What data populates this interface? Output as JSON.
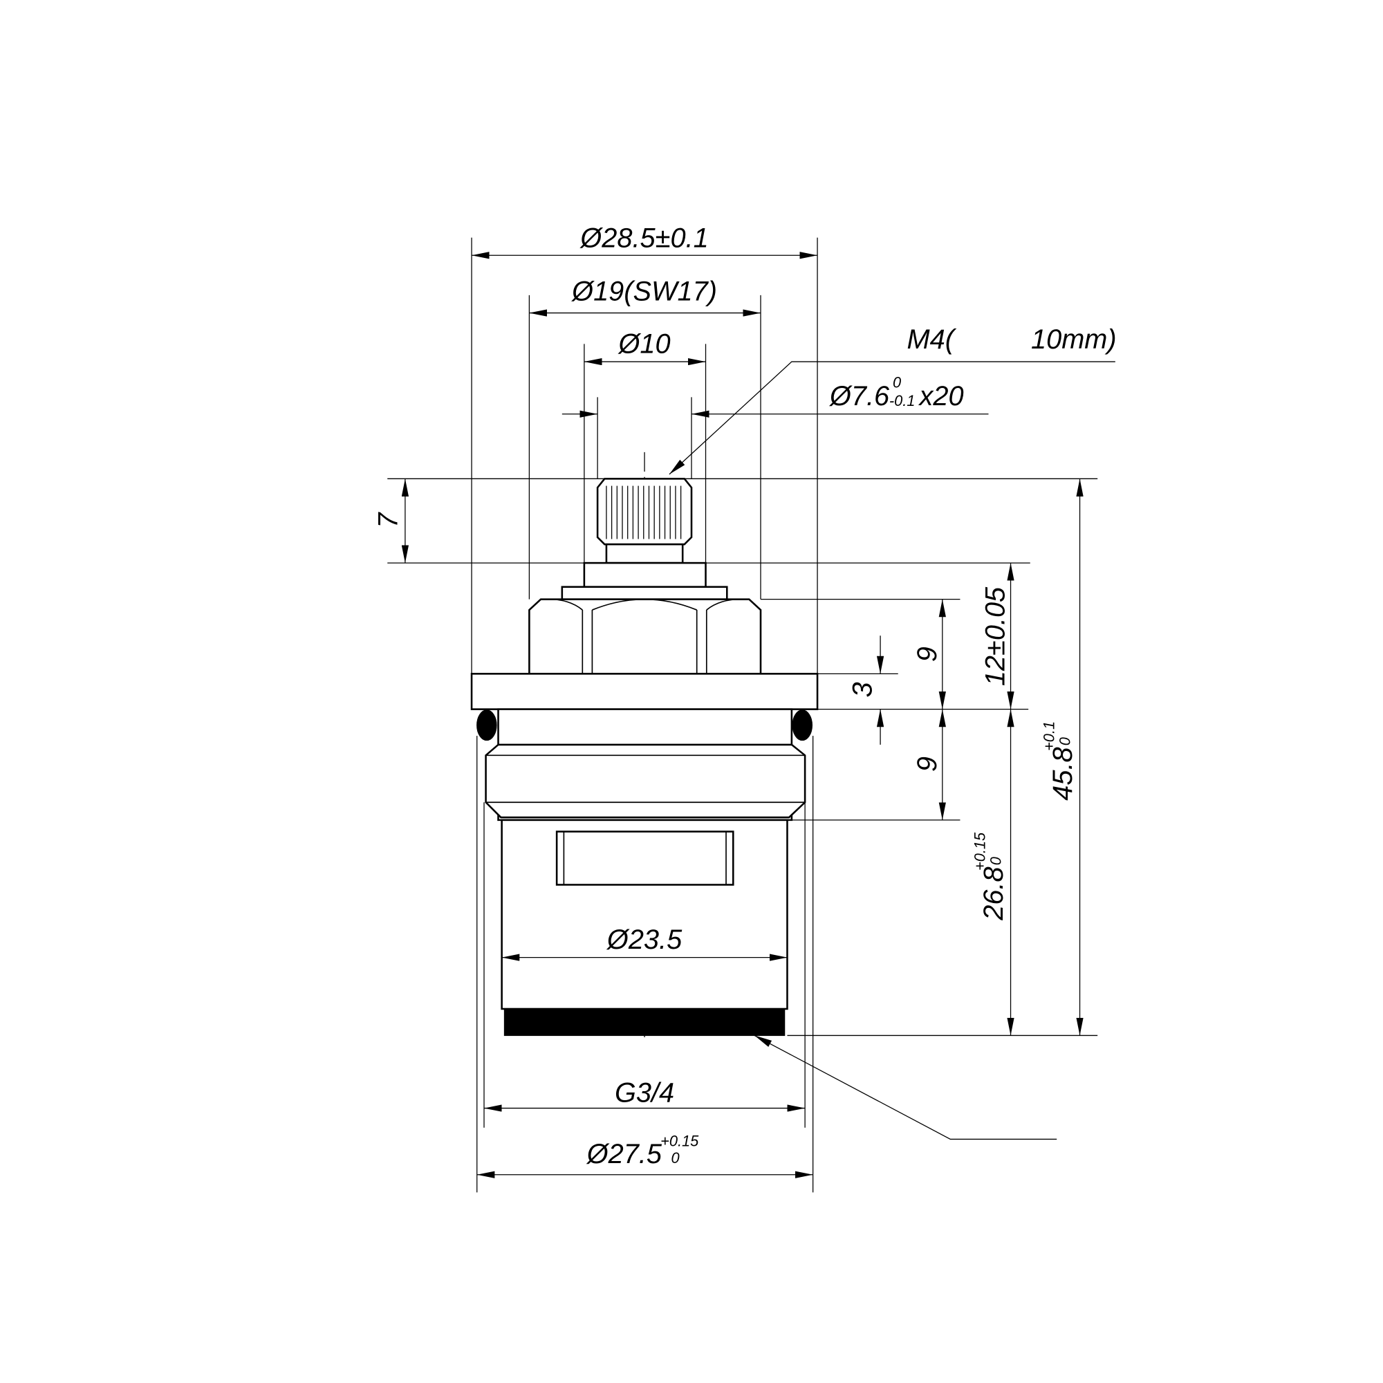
{
  "drawing": {
    "dimensions": {
      "outer_flange_dia": "Ø28.5±0.1",
      "hex_dia": "Ø19(SW17)",
      "collar_dia": "Ø10",
      "spline_dia_main": "Ø7.6",
      "spline_dia_upper_tol": "0",
      "spline_dia_lower_tol": "-0.1",
      "spline_suffix": "x20",
      "thread_label_left": "M4(",
      "thread_label_right": "10mm)",
      "spline_height": "7",
      "flange_thickness": "3",
      "hex_height": "9",
      "thread_height": "9",
      "top_height": "12±0.05",
      "body_height_main": "26.8",
      "body_height_upper_tol": "+0.15",
      "body_height_lower_tol": "0",
      "total_height_main": "45.8",
      "total_height_upper_tol": "+0.1",
      "total_height_lower_tol": "0",
      "body_dia": "Ø23.5",
      "thread_spec": "G3/4",
      "oring_dia_main": "Ø27.5",
      "oring_dia_upper_tol": "+0.15",
      "oring_dia_lower_tol": "0"
    }
  }
}
